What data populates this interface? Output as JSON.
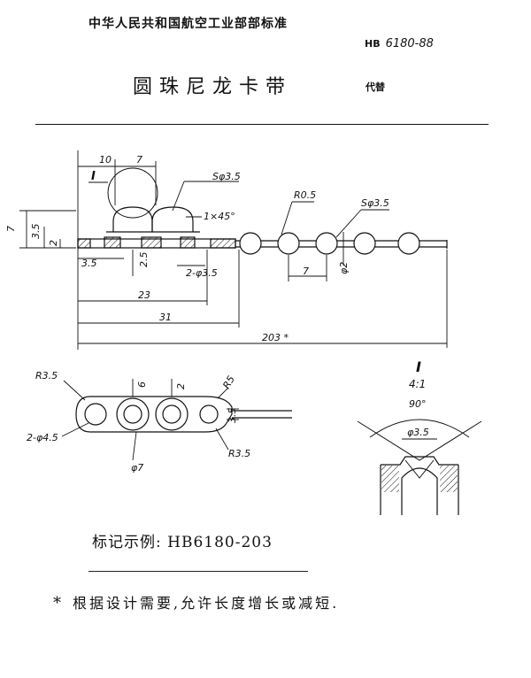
{
  "header": {
    "org_title": "中华人民共和国航空工业部部标准",
    "standard_code_prefix": "HB",
    "standard_code_number": "6180-88",
    "title": "圆珠尼龙卡带",
    "replaces_label": "代替"
  },
  "drawing": {
    "main_view": {
      "dim_top_10": "10",
      "dim_top_7": "7",
      "detail_callout": "I",
      "sphere_label_1": "Sφ3.5",
      "chamfer_label": "1×45°",
      "radius_label": "R0.5",
      "sphere_label_2": "Sφ3.5",
      "dim_7": "7",
      "dim_3_5_left": "3.5",
      "dim_2_left": "2",
      "dim_3_5_bottom": "3.5",
      "dim_2_5": "2.5",
      "holes_label": "2-φ3.5",
      "dim_spacing_7": "7",
      "dim_phi2": "φ2",
      "dim_23": "23",
      "dim_31": "31",
      "dim_203": "203 *"
    },
    "plan_view": {
      "radius_3_5_top": "R3.5",
      "dim_6": "6",
      "dim_2": "2",
      "radius_5": "R5",
      "holes_label": "2-φ4.5",
      "dim_3_5_right": "3.5",
      "radius_3_5_bottom": "R3.5",
      "dim_phi7": "φ7"
    },
    "detail_view": {
      "label": "I",
      "scale": "4:1",
      "angle": "90°",
      "diameter": "φ3.5"
    }
  },
  "marking_example": "标记示例: HB6180-203",
  "footnote": {
    "marker": "*",
    "text": "根据设计需要,允许长度增长或减短."
  }
}
